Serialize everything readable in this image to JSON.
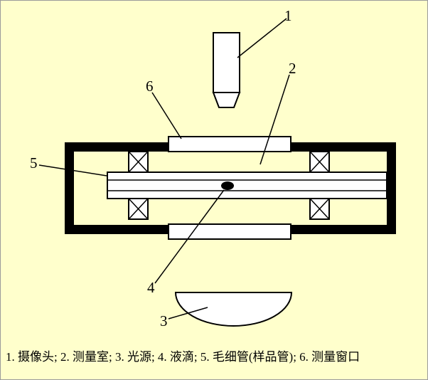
{
  "colors": {
    "background": "#FFFFCC",
    "line": "#000000",
    "shape_fill": "#FFFFFF"
  },
  "labels": {
    "n1": "1",
    "n2": "2",
    "n3": "3",
    "n4": "4",
    "n5": "5",
    "n6": "6"
  },
  "caption": "1. 摄像头; 2. 测量室; 3. 光源; 4. 液滴; 5. 毛细管(样品管); 6. 测量窗口",
  "legend_items": [
    {
      "num": "1",
      "name": "摄像头"
    },
    {
      "num": "2",
      "name": "测量室"
    },
    {
      "num": "3",
      "name": "光源"
    },
    {
      "num": "4",
      "name": "液滴"
    },
    {
      "num": "5",
      "name": "毛细管(样品管)"
    },
    {
      "num": "6",
      "name": "测量窗口"
    }
  ]
}
